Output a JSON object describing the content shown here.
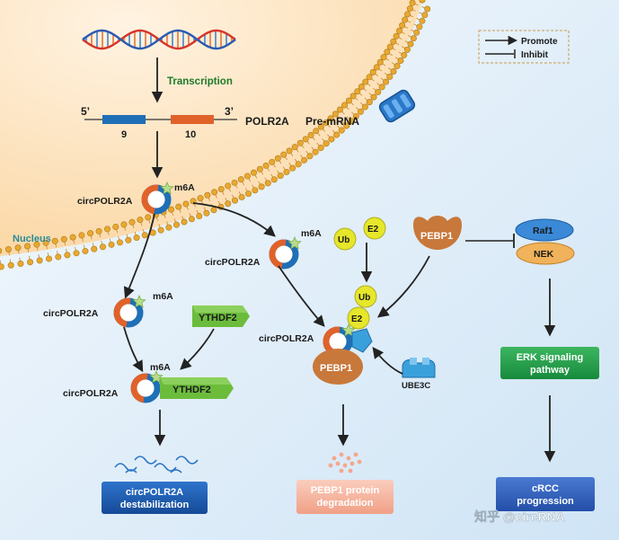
{
  "legend": {
    "promote": "Promote",
    "inhibit": "Inhibit"
  },
  "labels": {
    "transcription": "Transcription",
    "five_prime": "5’",
    "three_prime": "3’",
    "exon_9": "9",
    "exon_10": "10",
    "gene": "POLR2A",
    "pre_mrna": "Pre-mRNA",
    "nucleus": "Nucleus",
    "circ": "circPOLR2A",
    "m6a": "m6A",
    "ub": "Ub",
    "e2": "E2",
    "pebp1": "PEBP1",
    "ythdf2": "YTHDF2",
    "ube3c": "UBE3C",
    "raf1": "Raf1",
    "nek": "NEK"
  },
  "outcomes": {
    "destab_line1": "circPOLR2A",
    "destab_line2": "destabilization",
    "degrad_line1": "PEBP1 protein",
    "degrad_line2": "degradation",
    "erk_line1": "ERK signaling",
    "erk_line2": "pathway",
    "crcc_line1": "cRCC",
    "crcc_line2": "progression"
  },
  "watermark": "知乎 @circRNA",
  "colors": {
    "cyto_bg": "#dcecf8",
    "nucleus_bg": "#fde8c8",
    "transcription_text": "#1e7a2a",
    "nucleus_text": "#2a8a9a",
    "exon_blue": "#1f6fb6",
    "exon_orange": "#e0622a",
    "ring_blue": "#1f6fb6",
    "ring_orange": "#e0622a",
    "star_green": "#b8dc8a",
    "ub_yellow": "#e6e62a",
    "pebp1_brown": "#c8783a",
    "ythdf2_green": "#6cbc3c",
    "raf1_blue": "#3a8ad8",
    "nek_orange": "#f0b25a",
    "erk_green": "#1e9e4a",
    "destab_blue": "#1a5ab0",
    "degrad_pink": "#f6b8a4",
    "crcc_blue": "#2a5aba",
    "membrane_head": "#e8a830"
  }
}
